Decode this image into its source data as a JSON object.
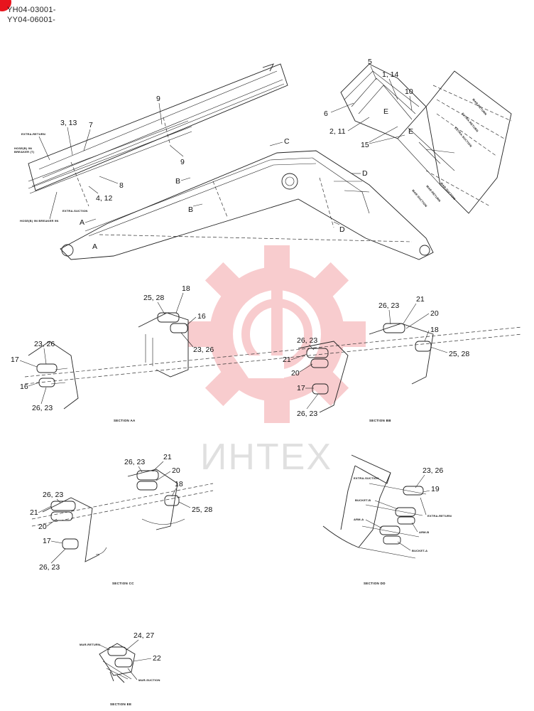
{
  "header": {
    "serial_1": "YH04-03001-",
    "serial_2": "YY04-06001-"
  },
  "watermark": {
    "brand_text": "ИНТЕХ",
    "color": "#f2a0a4"
  },
  "accent_color": "#e8141d",
  "main_view": {
    "callouts": {
      "c9a": "9",
      "c9b": "9",
      "c313": "3, 13",
      "c7": "7",
      "c8": "8",
      "c412": "4, 12",
      "c5": "5",
      "c114": "1, 14",
      "c10": "10",
      "c6": "6",
      "c211": "2, 11",
      "c15": "15"
    },
    "section_markers": {
      "a1": "A",
      "a2": "A",
      "b1": "B",
      "b2": "B",
      "c1": "C",
      "d1": "D",
      "d2": "D",
      "e1": "E",
      "e2": "E"
    },
    "notes": {
      "extra_return": "EXTRA-RETURN",
      "hose_breaker_top_1": "HOSE(B) 9N",
      "hose_breaker_top_2": "BREAKER (T)",
      "extra_suction": "EXTRA-SUCTION",
      "hose_breaker_bottom": "HOSE(B) 9N  BREAKER 9N",
      "mr_return": "MAR-RETURN",
      "extra_return_arm": "EXTRA-RETURN",
      "extra_suction_arm": "EXTRA-SUCTION",
      "mr_suction": "MAR-SUCTION",
      "mr_return_2": "MAR-RETURN",
      "mr_suction_2": "MAR-SUCTION"
    }
  },
  "section_aa": {
    "title": "SECTION AA",
    "callouts": {
      "c2528": "25, 28",
      "c18": "18",
      "c16a": "16",
      "c2326a": "23, 26",
      "c2326b": "23, 26",
      "c17": "17",
      "c16b": "16",
      "c2623": "26, 23"
    }
  },
  "section_bb": {
    "title": "SECTION BB",
    "callouts": {
      "c2623a": "26, 23",
      "c21a": "21",
      "c20a": "20",
      "c18": "18",
      "c2528": "25, 28",
      "c2623b": "26, 23",
      "c21b": "21",
      "c20b": "20",
      "c17": "17",
      "c2623c": "26, 23"
    }
  },
  "section_cc": {
    "title": "SECTION CC",
    "callouts": {
      "c2623a": "26, 23",
      "c21a": "21",
      "c20a": "20",
      "c18": "18",
      "c2528": "25, 28",
      "c2623b": "26, 23",
      "c21b": "21",
      "c20b": "20",
      "c17": "17",
      "c2623c": "26, 23"
    }
  },
  "section_dd": {
    "title": "SECTION DD",
    "callouts": {
      "c2326": "23, 26",
      "c19": "19"
    },
    "notes": {
      "extra_suction": "EXTRA-SUCTION",
      "extra_return": "EXTRA-RETURN",
      "bucket_b": "BUCKET-B",
      "arm_b": "ARM-B",
      "arm_a": "ARM-A",
      "bucket_a": "BUCKET-A"
    }
  },
  "section_ee": {
    "title": "SECTION EE",
    "callouts": {
      "c2427": "24, 27",
      "c22": "22"
    },
    "notes": {
      "mr_return": "MAR-RETURN",
      "mr_suction": "MAR-SUCTION"
    }
  }
}
